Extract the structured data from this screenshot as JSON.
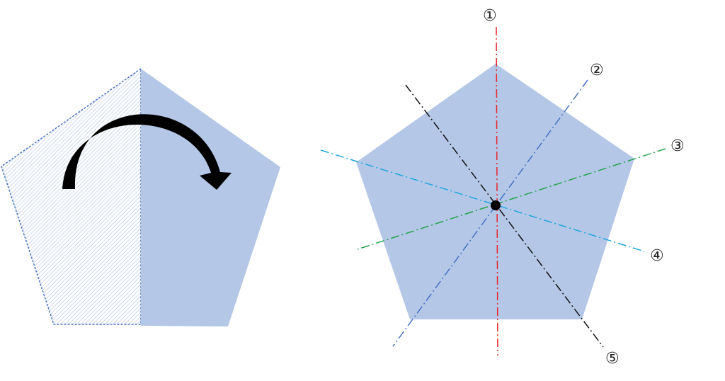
{
  "colors": {
    "pentagon_fill": "#b4c7e7",
    "folded_outline": "#4472c4",
    "hatch": "#9fb3de",
    "arrow": "#000000",
    "center_dot": "#000000",
    "axes": [
      "#e8262a",
      "#4472c4",
      "#22a34a",
      "#1fa6e0",
      "#111111"
    ]
  },
  "left_figure": {
    "arrow_icon": "fold-arrow-icon"
  },
  "right_figure": {
    "axis_labels": [
      "①",
      "②",
      "③",
      "④",
      "⑤"
    ]
  }
}
